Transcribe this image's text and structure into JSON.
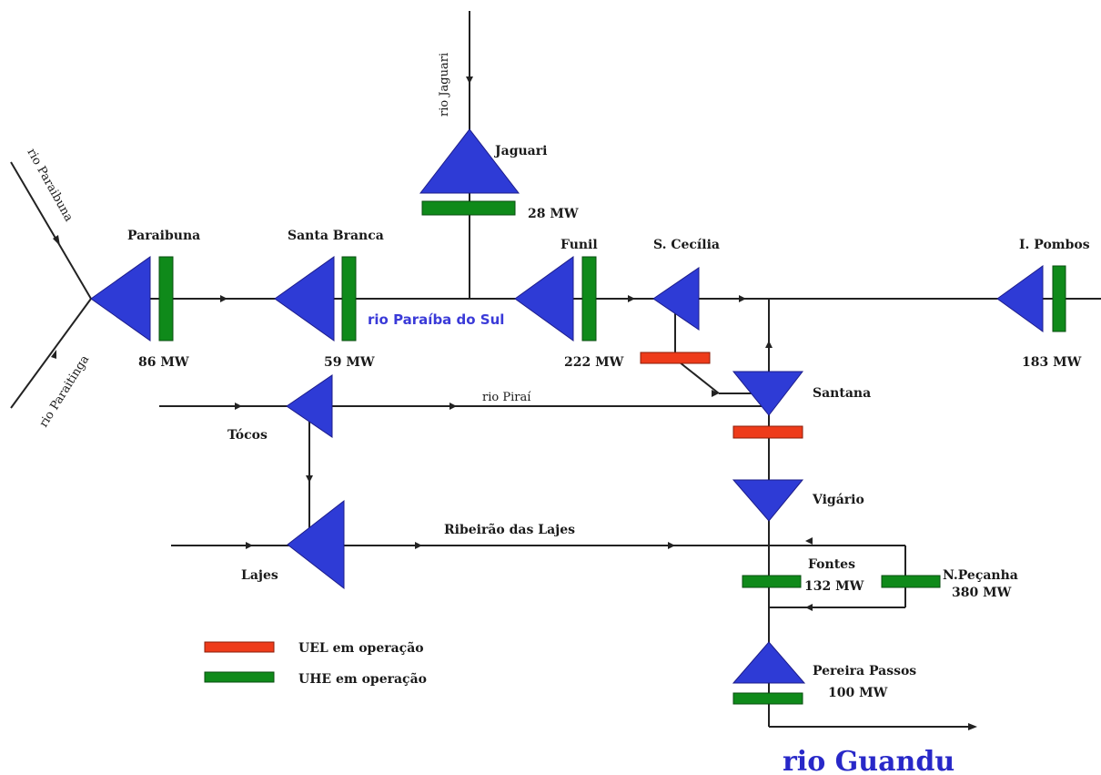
{
  "plants": {
    "paraibuna": {
      "name": "Paraibuna",
      "power": "86 MW"
    },
    "santa_branca": {
      "name": "Santa Branca",
      "power": "59 MW"
    },
    "jaguari": {
      "name": "Jaguari",
      "power": "28 MW"
    },
    "funil": {
      "name": "Funil",
      "power": "222 MW"
    },
    "s_cecilia": {
      "name": "S. Cecília"
    },
    "l_pombos": {
      "name": "I. Pombos",
      "power": "183 MW"
    },
    "santana": {
      "name": "Santana"
    },
    "vigario": {
      "name": "Vigário"
    },
    "tocos": {
      "name": "Tócos"
    },
    "lajes": {
      "name": "Lajes"
    },
    "fontes": {
      "name": "Fontes",
      "power": "132 MW"
    },
    "n_pecanha": {
      "name": "N.Peçanha",
      "power": "380 MW"
    },
    "pereira_passos": {
      "name": "Pereira Passos",
      "power": "100 MW"
    }
  },
  "rivers": {
    "jaguari": "rio Jaguari",
    "paraibuna": "rio Paraibuna",
    "paraitinga": "rio Paraitinga",
    "paraiba_do_sul": "rio Paraíba do Sul",
    "pirai": "rio Piraí",
    "ribeirao_das_lajes": "Ribeirão das Lajes",
    "guandu": "rio Guandu"
  },
  "legend": {
    "uel": "UEL em operação",
    "uhe": "UHE em operação"
  },
  "colors": {
    "reservoir": "#2e3bd6",
    "uhe": "#0f8a1a",
    "uel": "#ee3b1a",
    "title_blue": "#2828c8"
  }
}
